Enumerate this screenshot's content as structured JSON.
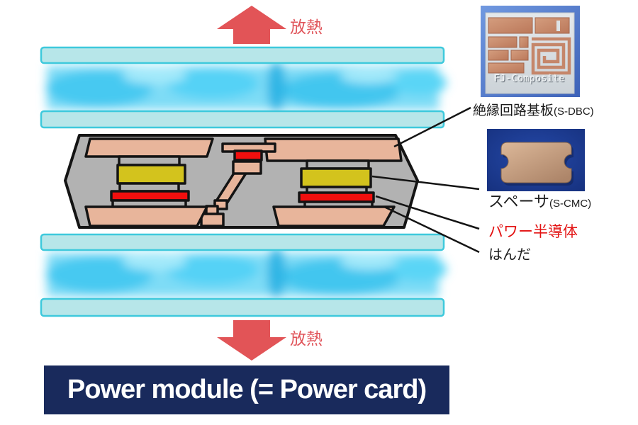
{
  "heat": {
    "top": "放熱",
    "bottom": "放熱"
  },
  "callouts": {
    "substrate_main": "絶縁回路基板",
    "substrate_sub": "(S-DBC)",
    "spacer_main": "スペーサ",
    "spacer_sub": "(S-CMC)",
    "power_semiconductor": "パワー半導体",
    "solder": "はんだ"
  },
  "photos": {
    "substrate_caption": "FJ-Composite"
  },
  "banner": {
    "text": "Power module (= Power card)"
  },
  "colors": {
    "arrow_red": "#e25457",
    "callout_red": "#e31313",
    "banner_navy": "#192a5c",
    "cooler_cyan_border": "#3ec9dc",
    "cooler_cyan_fill": "#b7e6e9",
    "coolant_blue": "#7edcf6",
    "module_gray": "#b2b2b2",
    "substrate_pink": "#e8b59b",
    "spacer_yellow": "#d3c31d",
    "chip_red": "#f20f0e"
  }
}
